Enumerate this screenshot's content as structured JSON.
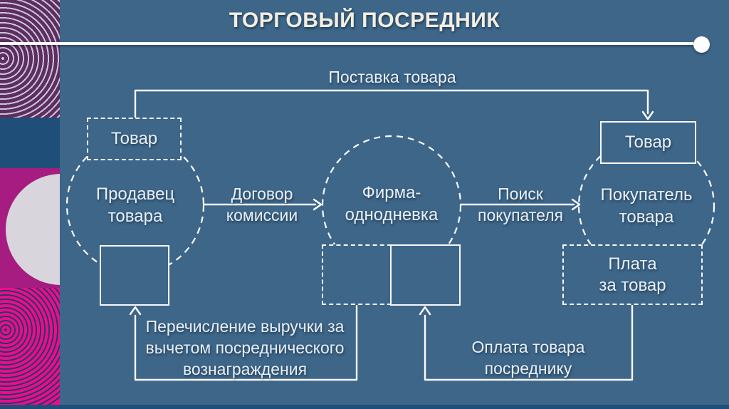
{
  "title": "ТОРГОВЫЙ ПОСРЕДНИК",
  "nodes": {
    "seller_l1": "Продавец",
    "seller_l2": "товара",
    "firm_l1": "Фирма-",
    "firm_l2": "однодневка",
    "buyer_l1": "Покупатель",
    "buyer_l2": "товара",
    "goods_left": "Товар",
    "goods_right": "Товар",
    "payment_box_l1": "Плата",
    "payment_box_l2": "за товар"
  },
  "labels": {
    "top_flow": "Поставка товара",
    "commission_l1": "Договор",
    "commission_l2": "комиссии",
    "search_l1": "Поиск",
    "search_l2": "покупателя",
    "remittance_l1": "Перечисление выручки за",
    "remittance_l2": "вычетом посреднического",
    "remittance_l3": "вознаграждения",
    "payment_l1": "Оплата товара",
    "payment_l2": "посреднику"
  },
  "colors": {
    "background": "#3D6689",
    "navy": "#1F4E79",
    "purple": "#5C2E61",
    "magenta": "#A61C80",
    "pink": "#EE0B8C",
    "gray_circle": "#D8D5DC",
    "line": "#FDFDFD",
    "text": "#EAF0F6",
    "title_text": "#F2EEE2"
  }
}
